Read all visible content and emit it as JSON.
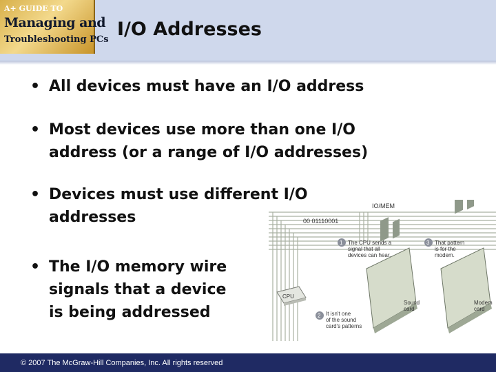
{
  "logo": {
    "line1": "A+ GUIDE TO",
    "line2": "Managing and",
    "line3": "Troubleshooting PCs"
  },
  "slide": {
    "title": "I/O Addresses",
    "bullet_symbol": "•",
    "bullets": [
      {
        "lines": [
          "All devices must have an I/O address"
        ]
      },
      {
        "lines": [
          "Most devices use more than one I/O",
          "address (or a range of I/O addresses)"
        ]
      },
      {
        "lines": [
          "Devices must use different I/O",
          "addresses"
        ]
      },
      {
        "lines": [
          "The I/O memory wire",
          "signals that a device",
          "is being addressed"
        ]
      }
    ]
  },
  "figure": {
    "bus_label": "IO/MEM",
    "address_label": "00 01110001",
    "cpu_label": "CPU",
    "callouts": [
      {
        "num": "1",
        "lines": [
          "The CPU sends a",
          "signal that all",
          "devices can hear."
        ]
      },
      {
        "num": "2",
        "lines": [
          "It isn't one",
          "of the sound",
          "card's patterns"
        ]
      },
      {
        "num": "3",
        "lines": [
          "That pattern",
          "is for the",
          "modem."
        ]
      }
    ],
    "card_labels": [
      {
        "lines": [
          "Sound",
          "card"
        ]
      },
      {
        "lines": [
          "Modem",
          "card"
        ]
      }
    ]
  },
  "footer": {
    "copyright": "© 2007 The McGraw-Hill Companies, Inc. All rights reserved"
  },
  "colors": {
    "header_bg": "#cfd8ec",
    "footer_bg": "#1f2a63",
    "callout_circle": "#8a8f9a",
    "bus_lines": "#a9b1a2"
  }
}
